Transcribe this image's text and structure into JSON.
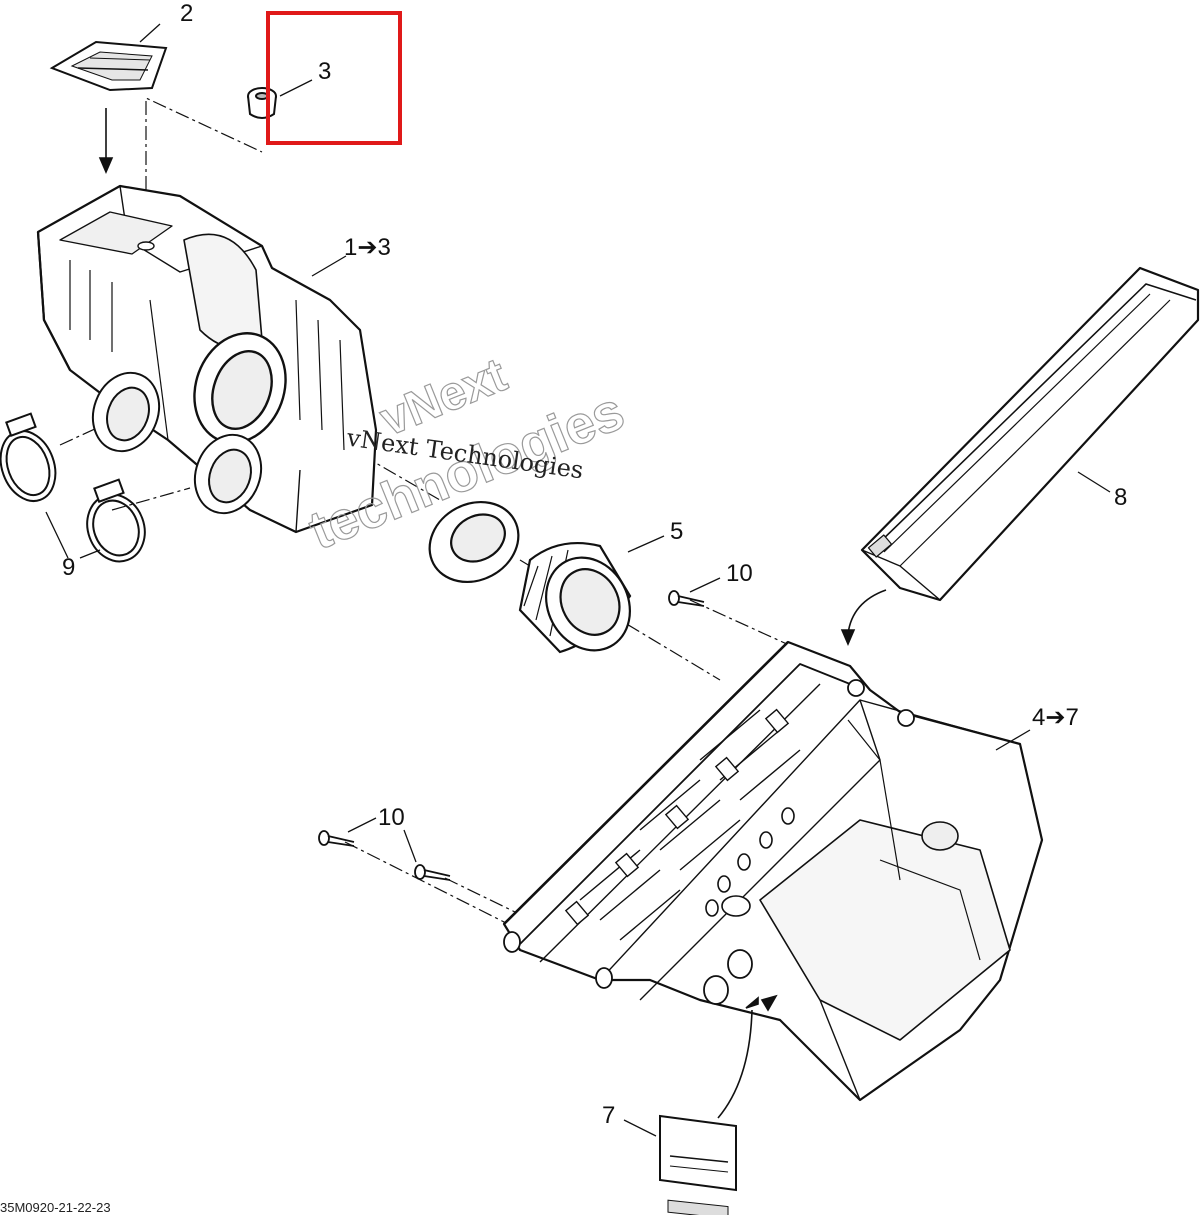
{
  "callouts": {
    "c2": "2",
    "c3": "3",
    "c1to3": "1➔3",
    "c8": "8",
    "c5": "5",
    "c10a": "10",
    "c9": "9",
    "c4to7": "4➔7",
    "c10b": "10",
    "c7": "7"
  },
  "watermark": {
    "line_a": "vNext",
    "line_b": "technologies",
    "line_c": "vNext Technologies"
  },
  "drawing_code": "35M0920-21-22-23",
  "colors": {
    "highlight": "#e01919",
    "line": "#111111",
    "fill": "#ffffff",
    "shade": "#d9d9d9"
  }
}
